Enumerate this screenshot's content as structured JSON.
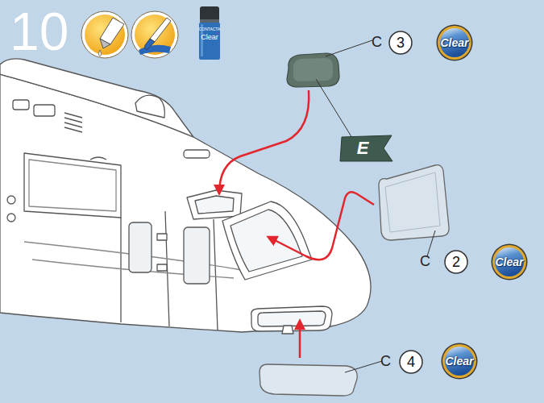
{
  "diagram": {
    "title": "10",
    "nodes": [
      {
        "text": [
          "CONTACTA",
          "Clear"
        ]
      },
      {
        "text": [
          "3"
        ]
      },
      {
        "text": [
          "Clear"
        ]
      },
      {
        "text": [
          "E"
        ]
      },
      {
        "text": [
          "2"
        ]
      },
      {
        "text": [
          "Clear"
        ]
      },
      {
        "text": [
          "4"
        ]
      },
      {
        "text": [
          "Clear"
        ]
      }
    ],
    "labels": [
      "C",
      "C",
      "C"
    ]
  }
}
